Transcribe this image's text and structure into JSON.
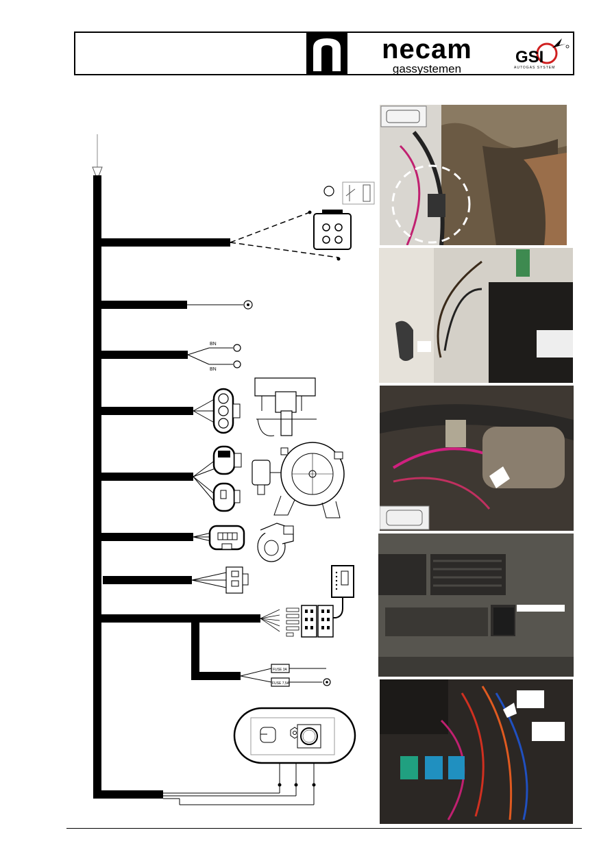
{
  "header": {
    "brand_name": "necam",
    "brand_subtitle": "gassystemen",
    "partner_logo": "GSI",
    "partner_subtitle": "AUTOGAS SYSTEM"
  },
  "wire_labels": {
    "wire_a": "BN",
    "wire_b": "BN"
  },
  "fuse_labels": {
    "fuse_top": "FUSE 3A",
    "fuse_bottom": "FUSE 7,5A"
  },
  "colors": {
    "harness": "#000000",
    "photo_dark": "#3a3226",
    "photo_light": "#d8d4cc",
    "highlight_circle": "#ffffff"
  }
}
